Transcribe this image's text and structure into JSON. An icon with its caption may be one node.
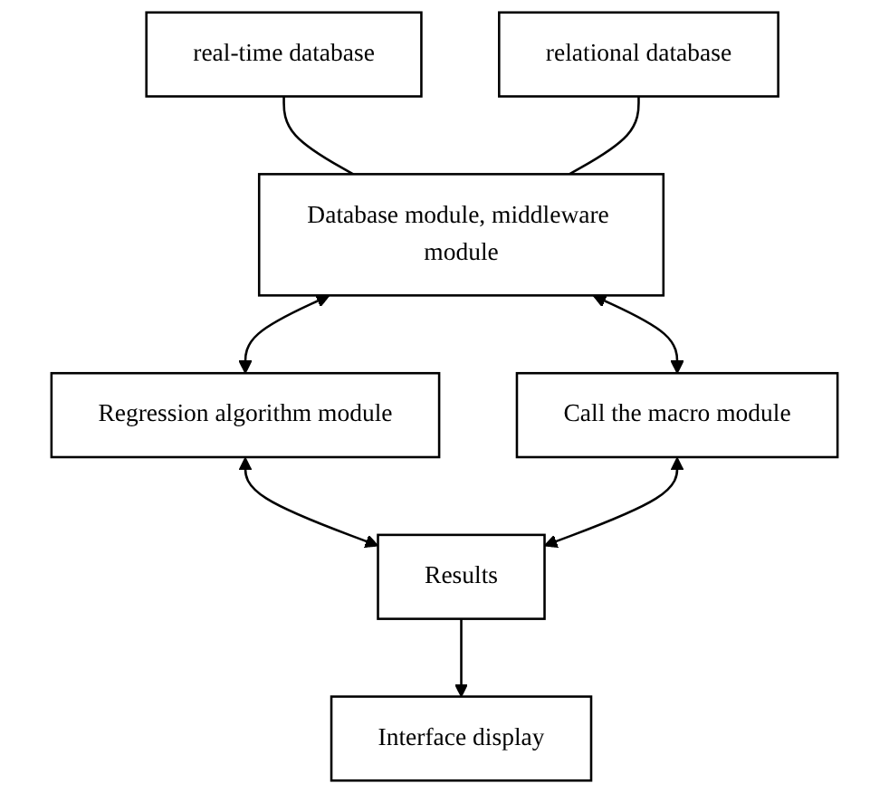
{
  "diagram": {
    "nodes": [
      {
        "text": [
          "real-time database"
        ]
      },
      {
        "text": [
          "relational database"
        ]
      },
      {
        "text": [
          "Database module, middleware module"
        ]
      },
      {
        "text": [
          "Regression algorithm module"
        ]
      },
      {
        "text": [
          "Call the macro module"
        ]
      },
      {
        "text": [
          "Results"
        ]
      },
      {
        "text": [
          "Interface display"
        ]
      }
    ],
    "edges": [
      {
        "from": 0,
        "to": 2,
        "arrow": "none"
      },
      {
        "from": 1,
        "to": 2,
        "arrow": "none"
      },
      {
        "from": 2,
        "to": 3,
        "arrow": "both"
      },
      {
        "from": 2,
        "to": 4,
        "arrow": "both"
      },
      {
        "from": 3,
        "to": 5,
        "arrow": "both"
      },
      {
        "from": 4,
        "to": 5,
        "arrow": "both"
      },
      {
        "from": 5,
        "to": 6,
        "arrow": "to"
      }
    ]
  }
}
